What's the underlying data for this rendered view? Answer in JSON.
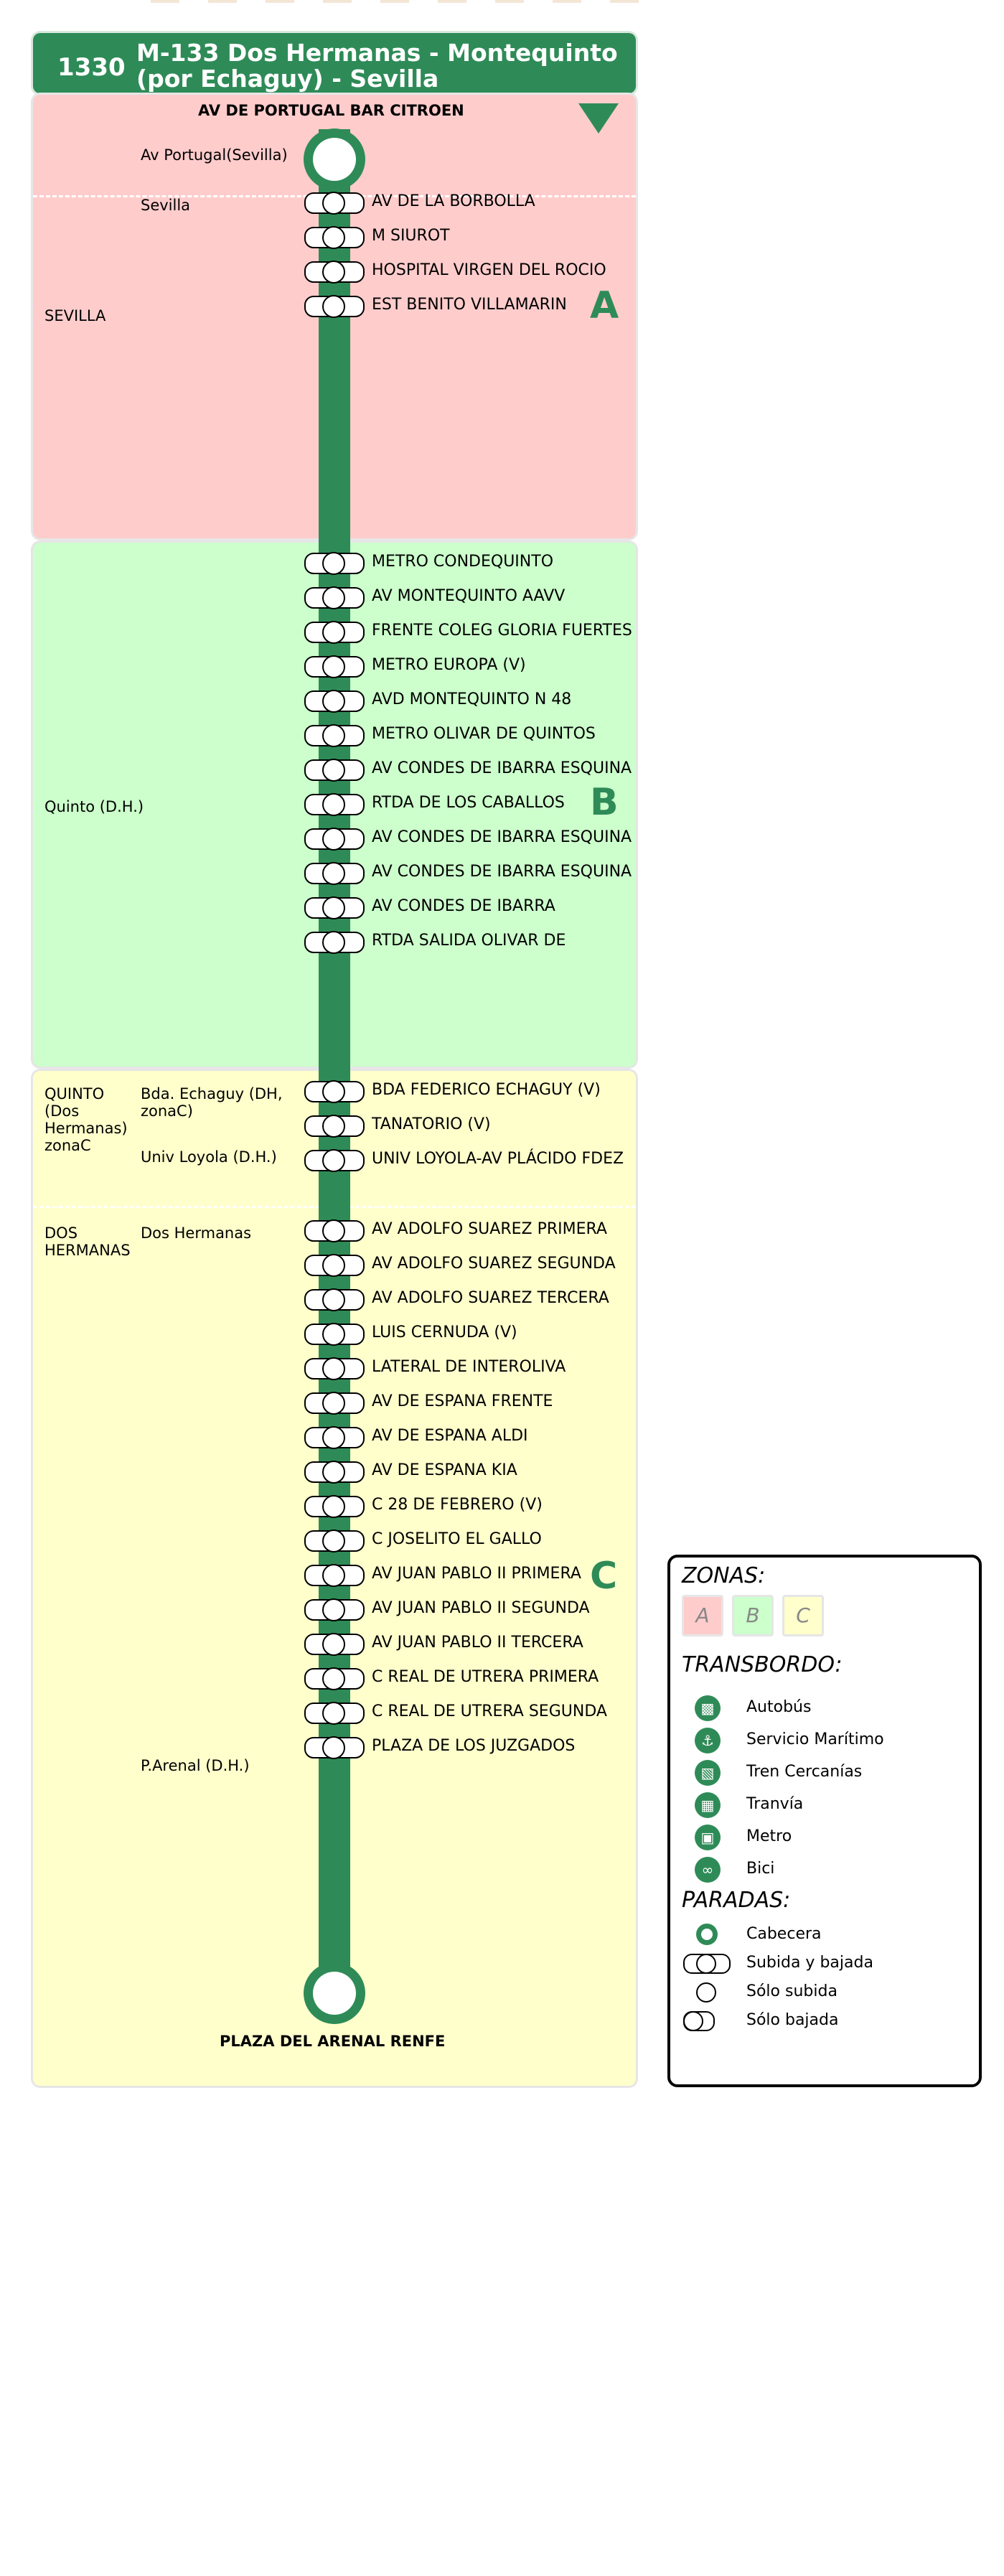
{
  "header": {
    "code": "1330",
    "title_line1": "M-133 Dos Hermanas - Montequinto",
    "title_line2": "(por Echaguy) - Sevilla"
  },
  "terminals": {
    "origin": "AV DE PORTUGAL BAR CITROEN",
    "destination": "PLAZA DEL ARENAL RENFE"
  },
  "zones": [
    {
      "letter": "A",
      "color": "#ffcccc"
    },
    {
      "letter": "B",
      "color": "#ccffcc"
    },
    {
      "letter": "C",
      "color": "#ffffcc"
    }
  ],
  "municipalities": [
    {
      "text": "SEVILLA"
    },
    {
      "text": "Quinto (D.H.)"
    },
    {
      "text": "QUINTO (Dos Hermanas) zonaC"
    },
    {
      "text": "DOS HERMANAS"
    }
  ],
  "localities": [
    {
      "text": "Av Portugal(Sevilla)"
    },
    {
      "text": "Sevilla"
    },
    {
      "text": "Bda. Echaguy (DH, zonaC)"
    },
    {
      "text": "Univ Loyola (D.H.)"
    },
    {
      "text": "Dos Hermanas"
    },
    {
      "text": "P.Arenal (D.H.)"
    }
  ],
  "stops": [
    "AV DE LA BORBOLLA",
    "M SIUROT",
    "HOSPITAL VIRGEN DEL ROCIO",
    "EST BENITO VILLAMARIN",
    "METRO CONDEQUINTO",
    "AV MONTEQUINTO AAVV",
    "FRENTE COLEG GLORIA FUERTES",
    "METRO EUROPA (V)",
    "AVD MONTEQUINTO N 48",
    "METRO OLIVAR DE QUINTOS",
    "AV CONDES DE IBARRA ESQUINA",
    "RTDA DE LOS CABALLOS",
    "AV CONDES DE IBARRA ESQUINA",
    "AV CONDES DE IBARRA ESQUINA",
    "AV CONDES DE IBARRA",
    "RTDA SALIDA OLIVAR DE",
    "BDA FEDERICO ECHAGUY (V)",
    "TANATORIO (V)",
    "UNIV LOYOLA-AV PLÁCIDO FDEZ",
    "AV ADOLFO SUAREZ PRIMERA",
    "AV ADOLFO SUAREZ SEGUNDA",
    "AV ADOLFO SUAREZ TERCERA",
    "LUIS CERNUDA (V)",
    "LATERAL DE INTEROLIVA",
    "AV DE ESPANA FRENTE",
    "AV DE ESPANA ALDI",
    "AV DE ESPANA KIA",
    "C 28 DE FEBRERO (V)",
    "C JOSELITO EL GALLO",
    "AV JUAN PABLO II PRIMERA",
    "AV JUAN PABLO II SEGUNDA",
    "AV JUAN PABLO II TERCERA",
    "C REAL DE UTRERA PRIMERA",
    "C REAL DE UTRERA SEGUNDA",
    "PLAZA DE LOS JUZGADOS"
  ],
  "legend": {
    "zones_title": "ZONAS:",
    "zone_letters": [
      "A",
      "B",
      "C"
    ],
    "transfer_title": "TRANSBORDO:",
    "transfers": [
      {
        "label": "Autobús",
        "icon": "bus-icon"
      },
      {
        "label": "Servicio Marítimo",
        "icon": "ship-icon"
      },
      {
        "label": "Tren Cercanías",
        "icon": "train-icon"
      },
      {
        "label": "Tranvía",
        "icon": "tram-icon"
      },
      {
        "label": "Metro",
        "icon": "metro-icon"
      },
      {
        "label": "Bici",
        "icon": "bike-icon"
      }
    ],
    "stops_title": "PARADAS:",
    "stop_types": {
      "terminal": "Cabecera",
      "both": "Subida y bajada",
      "board": "Sólo subida",
      "alight": "Sólo bajada"
    }
  },
  "colors": {
    "line": "#2e8b57",
    "zone_a": "#ffcccc",
    "zone_b": "#ccffcc",
    "zone_c": "#ffffcc"
  }
}
